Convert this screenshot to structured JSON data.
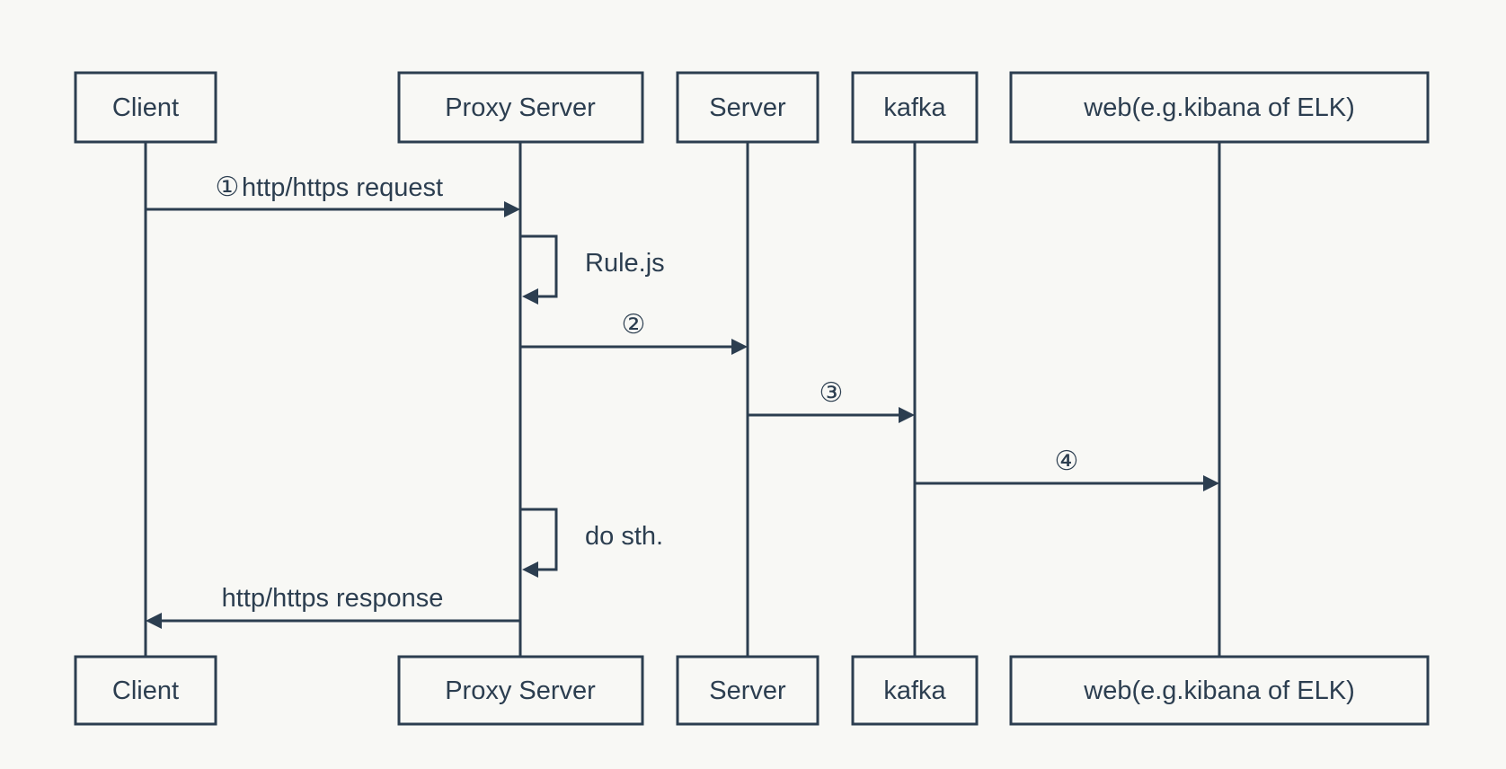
{
  "colors": {
    "background": "#f8f8f5",
    "stroke": "#2c3e50"
  },
  "participants": [
    {
      "id": "client",
      "label": "Client"
    },
    {
      "id": "proxy",
      "label": "Proxy Server"
    },
    {
      "id": "server",
      "label": "Server"
    },
    {
      "id": "kafka",
      "label": "kafka"
    },
    {
      "id": "web",
      "label": "web(e.g.kibana of ELK)"
    }
  ],
  "messages": [
    {
      "from": "client",
      "to": "proxy",
      "number": "①",
      "text": "http/https request"
    },
    {
      "from": "proxy",
      "to": "proxy",
      "number": "",
      "text": "Rule.js"
    },
    {
      "from": "proxy",
      "to": "server",
      "number": "②",
      "text": ""
    },
    {
      "from": "server",
      "to": "kafka",
      "number": "③",
      "text": ""
    },
    {
      "from": "kafka",
      "to": "web",
      "number": "④",
      "text": ""
    },
    {
      "from": "proxy",
      "to": "proxy",
      "number": "",
      "text": "do sth."
    },
    {
      "from": "proxy",
      "to": "client",
      "number": "",
      "text": "http/https response"
    }
  ]
}
